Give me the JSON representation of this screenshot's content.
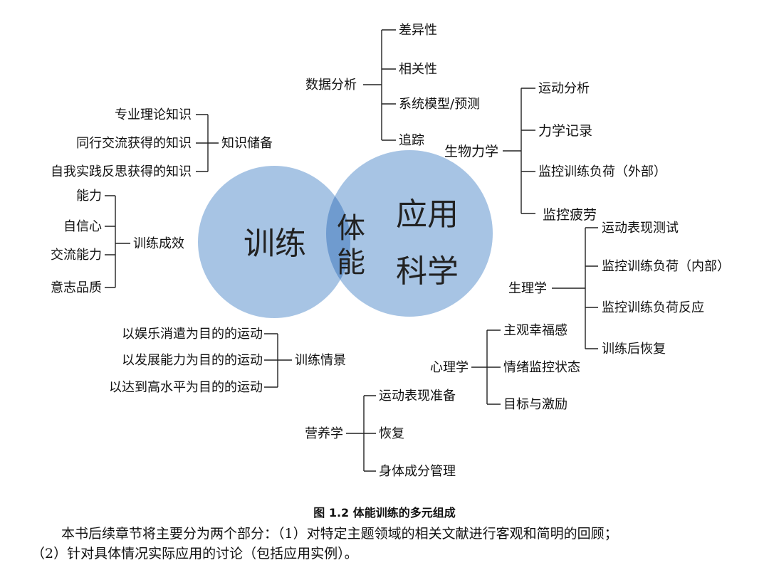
{
  "venn": {
    "left": "训练",
    "center_top": "体",
    "center_bottom": "能",
    "right_top": "应用",
    "right_bottom": "科学"
  },
  "branches": {
    "data_analysis": {
      "label": "数据分析",
      "items": [
        "差异性",
        "相关性",
        "系统模型/预测",
        "追踪"
      ]
    },
    "knowledge": {
      "label": "知识储备",
      "items": [
        "专业理论知识",
        "同行交流获得的知识",
        "自我实践反思获得的知识"
      ]
    },
    "training_effect": {
      "label": "训练成效",
      "items": [
        "能力",
        "自信心",
        "交流能力",
        "意志品质"
      ]
    },
    "training_context": {
      "label": "训练情景",
      "items": [
        "以娱乐消遣为目的的运动",
        "以发展能力为目的的运动",
        "以达到高水平为目的的运动"
      ]
    },
    "biomechanics": {
      "label": "生物力学",
      "items": [
        "运动分析",
        "力学记录",
        "监控训练负荷（外部）",
        "监控疲劳"
      ]
    },
    "physiology": {
      "label": "生理学",
      "items": [
        "运动表现测试",
        "监控训练负荷（内部）",
        "监控训练负荷反应",
        "训练后恢复"
      ]
    },
    "psychology": {
      "label": "心理学",
      "items": [
        "主观幸福感",
        "情绪监控状态",
        "目标与激励"
      ]
    },
    "nutrition": {
      "label": "营养学",
      "items": [
        "运动表现准备",
        "恢复",
        "身体成分管理"
      ]
    }
  },
  "caption": "图 1.2  体能训练的多元组成",
  "paragraph1": "本书后续章节将主要分为两个部分：（1）对特定主题领域的相关文献进行客观和简明的回顾；",
  "paragraph2": "（2）针对具体情况实际应用的讨论（包括应用实例）。",
  "colors": {
    "circle_fill": "#a7c4e4",
    "overlap_fill": "#6f9bcf",
    "line": "#222222"
  }
}
